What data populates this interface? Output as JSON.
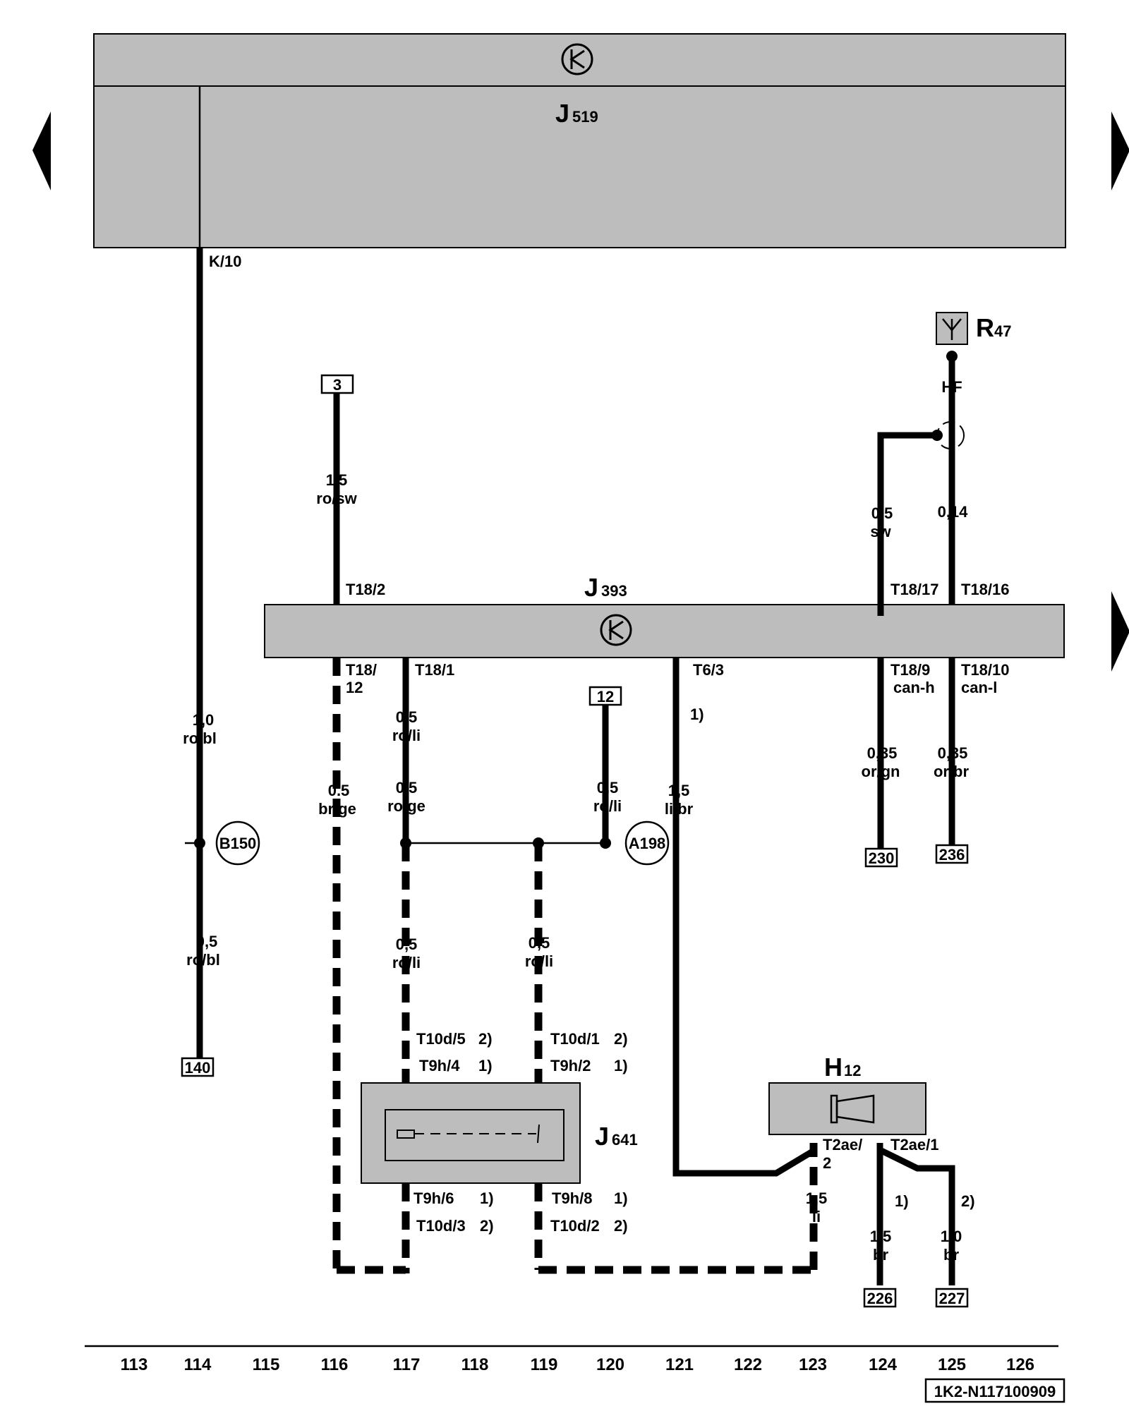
{
  "nav": {
    "prev_label": "",
    "next_label": ""
  },
  "components": {
    "j519": {
      "letter": "J",
      "number": "519"
    },
    "j393": {
      "letter": "J",
      "number": "393"
    },
    "r47": {
      "letter": "R",
      "number": "47"
    },
    "h12": {
      "letter": "H",
      "number": "12"
    },
    "j641": {
      "letter": "J",
      "number": "641"
    }
  },
  "pins": {
    "k10": "K/10",
    "t18_2": "T18/2",
    "t18_17": "T18/17",
    "t18_16": "T18/16",
    "t18_12a": "T18/",
    "t18_12b": "12",
    "t18_1": "T18/1",
    "t6_3": "T6/3",
    "t18_9": "T18/9",
    "can_h": "can-h",
    "t18_10": "T18/10",
    "can_l": "can-l",
    "t10d_5": "T10d/5",
    "t9h_4": "T9h/4",
    "t10d_1": "T10d/1",
    "t9h_2": "T9h/2",
    "t9h_6": "T9h/6",
    "t10d_3": "T10d/3",
    "t9h_8": "T9h/8",
    "t10d_2": "T10d/2",
    "t2ae_2a": "T2ae/",
    "t2ae_2b": "2",
    "t2ae_1": "T2ae/1",
    "hf": "HF"
  },
  "notes": {
    "n1": "1)",
    "n2": "2)"
  },
  "wires": {
    "w114_top": {
      "size": "1,0",
      "color": "ro/bl"
    },
    "w114_bot": {
      "size": "0,5",
      "color": "ro/bl"
    },
    "w116_top": {
      "size": "1,5",
      "color": "ro/sw"
    },
    "w116_bot": {
      "size": "0.5",
      "color": "br/ge"
    },
    "w117_a": {
      "size": "0,5",
      "color": "ro/li"
    },
    "w117_b": {
      "size": "0,5",
      "color": "ro/ge"
    },
    "w117_c": {
      "size": "0,5",
      "color": "ro/li"
    },
    "w119": {
      "size": "0,5",
      "color": "ro/li"
    },
    "w120": {
      "size": "0,5",
      "color": "ro/li"
    },
    "w121": {
      "size": "1,5",
      "color": "li/br"
    },
    "w123": {
      "size": "1,5",
      "color": "li"
    },
    "w124_top": {
      "size": "0,5",
      "color": "sw"
    },
    "w125_top": {
      "size": "0,14",
      "color": ""
    },
    "w124_can": {
      "size": "0,35",
      "color": "or/gn"
    },
    "w125_can": {
      "size": "0,35",
      "color": "or/br"
    },
    "w124_bot": {
      "size": "1,5",
      "color": "br"
    },
    "w125_bot": {
      "size": "1,0",
      "color": "br"
    }
  },
  "connectors": {
    "b150": "B150",
    "a198": "A198"
  },
  "refs": {
    "r3": "3",
    "r12": "12",
    "r140": "140",
    "r230": "230",
    "r236": "236",
    "r226": "226",
    "r227": "227"
  },
  "columns": [
    "113",
    "114",
    "115",
    "116",
    "117",
    "118",
    "119",
    "120",
    "121",
    "122",
    "123",
    "124",
    "125",
    "126"
  ],
  "diagram_code": "1K2-N117100909"
}
